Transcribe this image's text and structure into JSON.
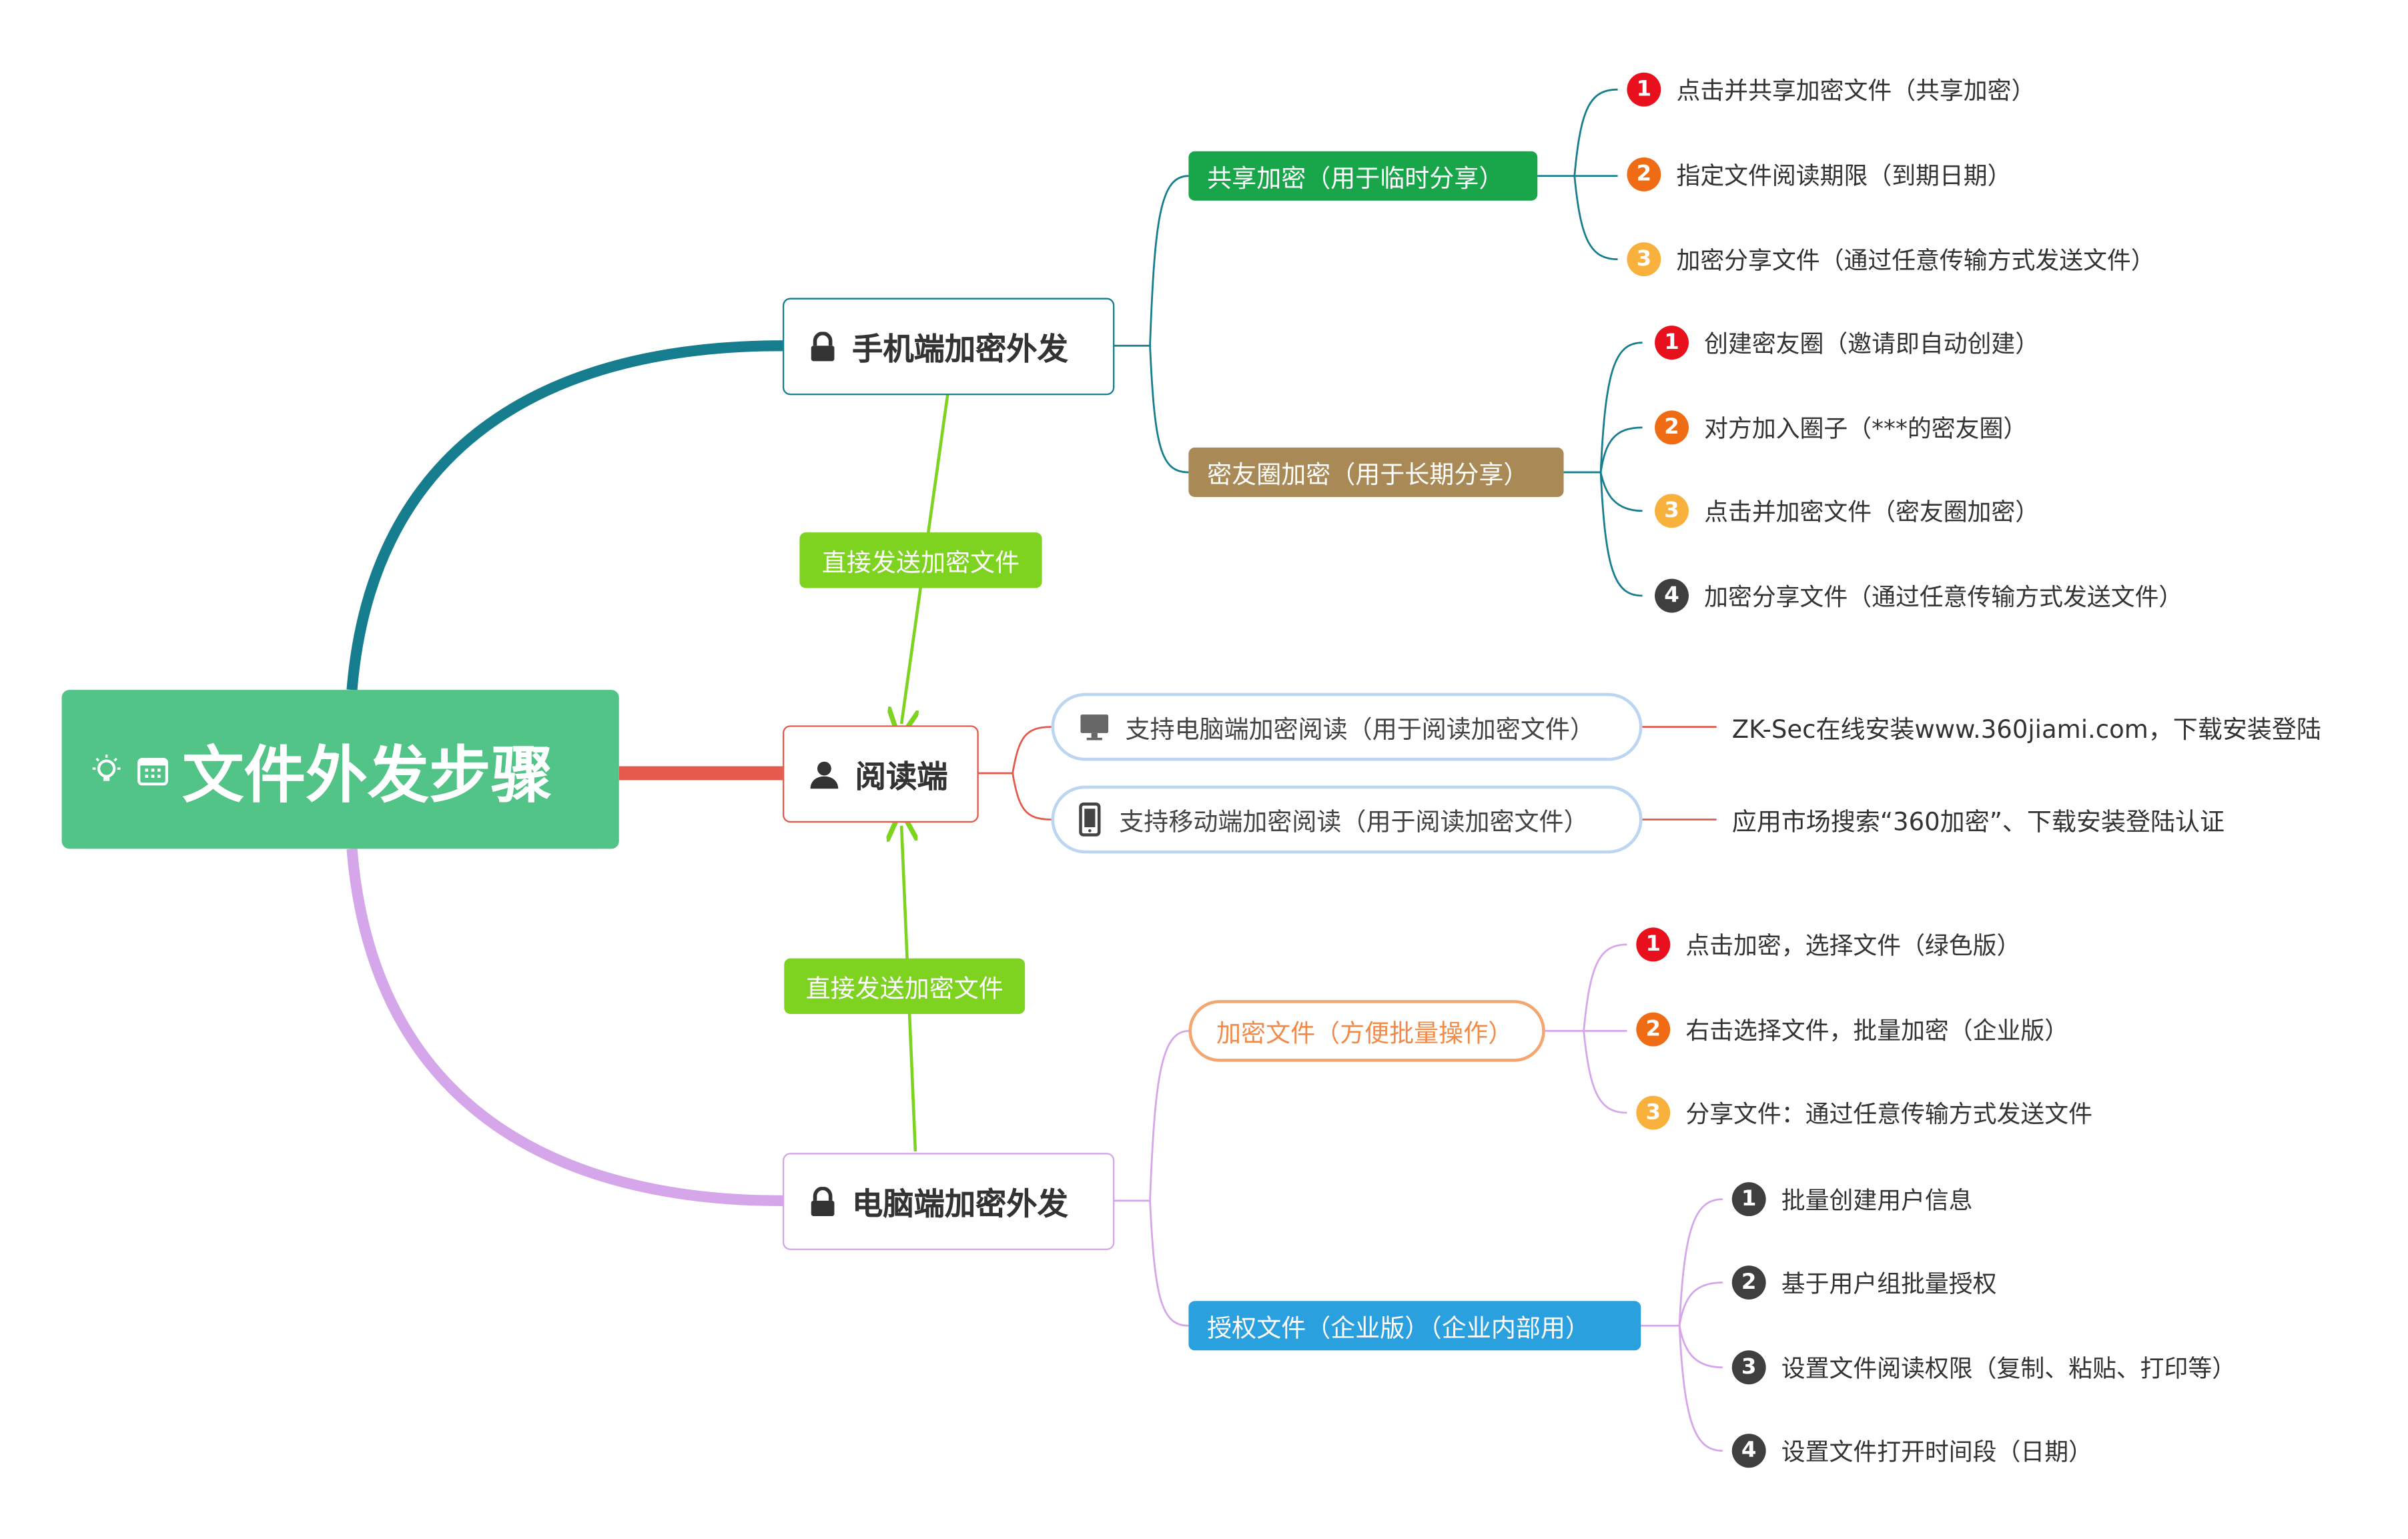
{
  "colors": {
    "root": "#52c487",
    "branch_mobile": "#167d8e",
    "branch_reader": "#e45a4d",
    "branch_pc": "#d5a6e9",
    "share_encrypt": "#19a54a",
    "circle_encrypt": "#a98a56",
    "authorize": "#2ba0de",
    "relation": "#7ed321",
    "badge1": "#e8101c",
    "badge2": "#f06c14",
    "badge3": "#f8b13d",
    "badge_dark": "#3f3f3f"
  },
  "root": {
    "title": "文件外发步骤",
    "icons": [
      "lightbulb-icon",
      "calendar-icon"
    ]
  },
  "mobile": {
    "title": "手机端加密外发",
    "icon": "lock-icon",
    "share": {
      "label": "共享加密（用于临时分享）",
      "steps": [
        {
          "num": "1",
          "text": "点击并共享加密文件（共享加密）"
        },
        {
          "num": "2",
          "text": "指定文件阅读期限（到期日期）"
        },
        {
          "num": "3",
          "text": "加密分享文件（通过任意传输方式发送文件）"
        }
      ]
    },
    "circle": {
      "label": "密友圈加密（用于长期分享）",
      "steps": [
        {
          "num": "1",
          "text": "创建密友圈（邀请即自动创建）"
        },
        {
          "num": "2",
          "text": "对方加入圈子（***的密友圈）"
        },
        {
          "num": "3",
          "text": "点击并加密文件（密友圈加密）"
        },
        {
          "num": "4",
          "text": "加密分享文件（通过任意传输方式发送文件）"
        }
      ]
    }
  },
  "reader": {
    "title": "阅读端",
    "icon": "user-icon",
    "pc": {
      "label": "支持电脑端加密阅读（用于阅读加密文件）",
      "icon": "monitor-icon",
      "note": "ZK-Sec在线安装www.360jiami.com，下载安装登陆"
    },
    "mobile": {
      "label": "支持移动端加密阅读（用于阅读加密文件）",
      "icon": "phone-icon",
      "note": "应用市场搜索“360加密”、下载安装登陆认证"
    }
  },
  "pc": {
    "title": "电脑端加密外发",
    "icon": "lock-icon",
    "encrypt": {
      "label": "加密文件（方便批量操作）",
      "steps": [
        {
          "num": "1",
          "text": "点击加密，选择文件（绿色版）"
        },
        {
          "num": "2",
          "text": "右击选择文件，批量加密（企业版）"
        },
        {
          "num": "3",
          "text": "分享文件：通过任意传输方式发送文件"
        }
      ]
    },
    "authorize": {
      "label": "授权文件（企业版）（企业内部用）",
      "steps": [
        {
          "num": "1",
          "text": "批量创建用户信息"
        },
        {
          "num": "2",
          "text": "基于用户组批量授权"
        },
        {
          "num": "3",
          "text": "设置文件阅读权限（复制、粘贴、打印等）"
        },
        {
          "num": "4",
          "text": "设置文件打开时间段（日期）"
        }
      ]
    }
  },
  "relations": {
    "top": "直接发送加密文件",
    "bottom": "直接发送加密文件"
  }
}
